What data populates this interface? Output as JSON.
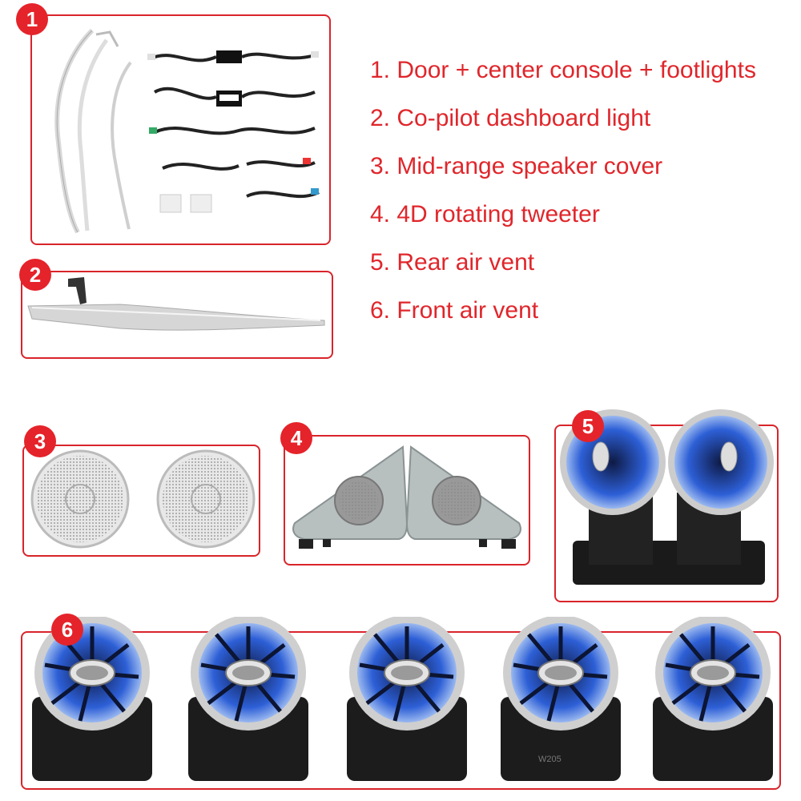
{
  "colors": {
    "accent": "#e5232a",
    "frame": "#d9242b",
    "text": "#e0262b",
    "vent_glow": "#3a6fe0"
  },
  "badges": [
    "1",
    "2",
    "3",
    "4",
    "5",
    "6"
  ],
  "items": [
    "1. Door + center console + footlights",
    "2. Co-pilot dashboard light",
    "3. Mid-range speaker cover",
    "4. 4D rotating tweeter",
    "5. Rear air vent",
    "6. Front air vent"
  ],
  "vent_label": "W205"
}
